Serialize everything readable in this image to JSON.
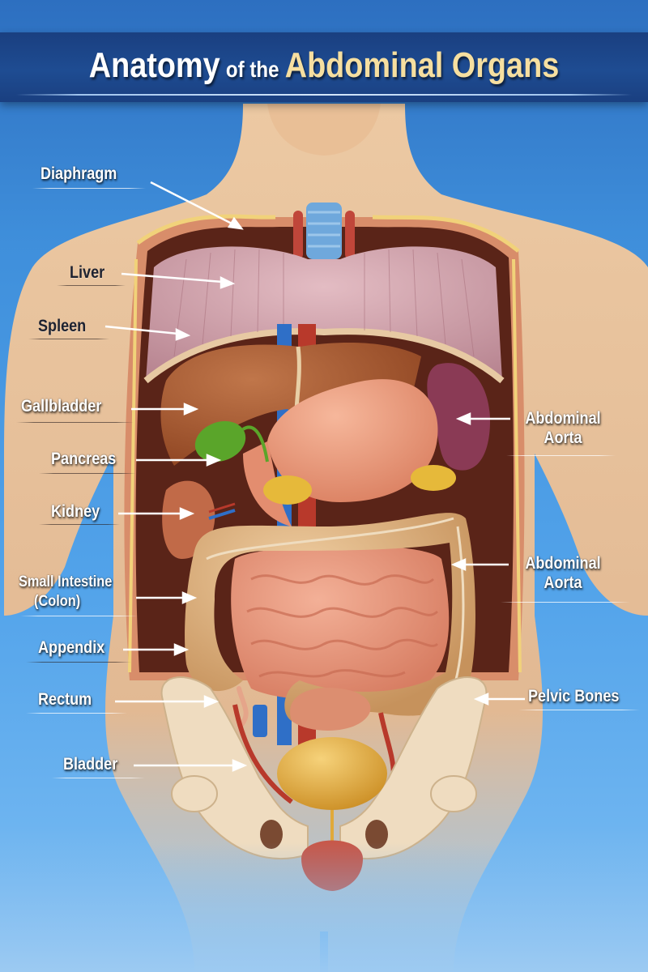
{
  "title": {
    "part1": "Anatomy",
    "part2": "of the",
    "part3": "Abdominal Organs"
  },
  "colors": {
    "background_top": "#2d6fc0",
    "background_bottom": "#9ccaf2",
    "banner": "#1e4c92",
    "title_accent": "#f6dfa0",
    "skin": "#e9c39c",
    "liver": "#a65a2e",
    "stomach": "#e99a7c",
    "colon": "#d9ac7a",
    "small_intestine": "#e49478",
    "gallbladder": "#5aa52a",
    "spleen": "#8a3a55",
    "bladder": "#e0a93a",
    "diaphragm": "#d4a4ac",
    "vein": "#2f6fc7",
    "artery": "#b8392b",
    "bone": "#efdcc0"
  },
  "labels": {
    "left": [
      {
        "text": "Diaphragm",
        "style": "light"
      },
      {
        "text": "Liver",
        "style": "dark"
      },
      {
        "text": "Spleen",
        "style": "dark"
      },
      {
        "text": "Gallbladder",
        "style": "light"
      },
      {
        "text": "Pancreas",
        "style": "light"
      },
      {
        "text": "Kidney",
        "style": "light"
      },
      {
        "text": "Small Intestine",
        "style": "light"
      },
      {
        "text": "(Colon)",
        "style": "light"
      },
      {
        "text": "Appendix",
        "style": "light"
      },
      {
        "text": "Rectum",
        "style": "light"
      },
      {
        "text": "Bladder",
        "style": "light"
      }
    ],
    "right": [
      {
        "line1": "Abdominal",
        "line2": "Aorta"
      },
      {
        "line1": "Abdominal",
        "line2": "Aorta"
      },
      {
        "line1": "Pelvic Bones",
        "line2": ""
      }
    ]
  }
}
